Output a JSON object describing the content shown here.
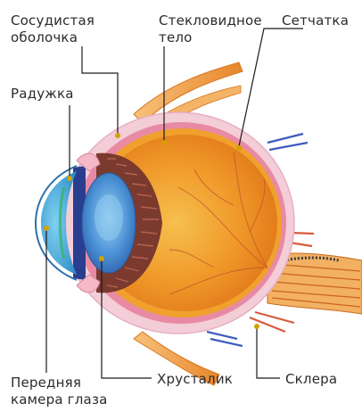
{
  "labels": {
    "choroid": [
      "Сосудистая",
      "оболочка"
    ],
    "vitreous": [
      "Стекловидное",
      "тело"
    ],
    "retina": [
      "Сетчатка"
    ],
    "iris": [
      "Радужка"
    ],
    "anterior_chamber": [
      "Передняя",
      "камера глаза"
    ],
    "lens": [
      "Хрусталик"
    ],
    "sclera": [
      "Склера"
    ]
  },
  "colors": {
    "label_text": "#2b2b2b",
    "leader_line": "#1a1a1a",
    "dot": "#d4a100",
    "sclera": "#f3cdd8",
    "choroid": "#e88aa3",
    "vitreous": "#e8881c",
    "vitreous_inner": "#f4b24a",
    "muscle": "#f0a24a",
    "nerve": "#e07a1e",
    "iris": "#2a3e8f",
    "lens": "#3c7fc8",
    "ciliary": "#7a3a2e",
    "vessel_blue": "#3f5bc0",
    "vessel_red": "#d85a3a"
  }
}
